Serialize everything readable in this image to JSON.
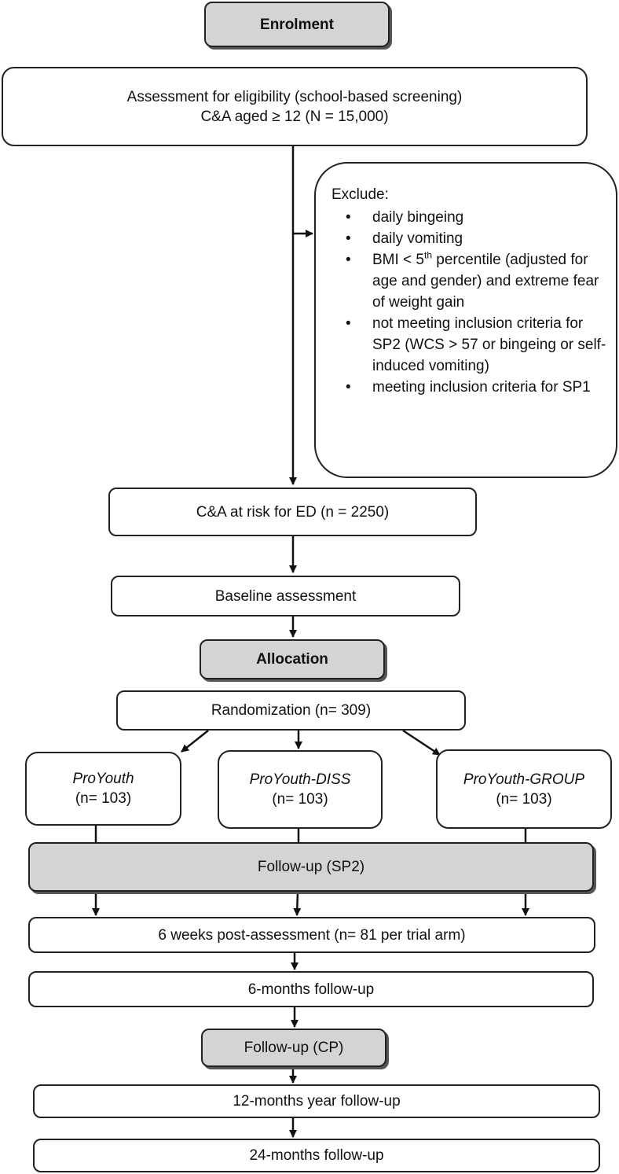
{
  "enrolment": {
    "label": "Enrolment"
  },
  "eligibility": {
    "line1": "Assessment for eligibility (school-based screening)",
    "line2": "C&A aged ≥ 12 (N = 15,000)"
  },
  "exclude": {
    "title": "Exclude:",
    "bullet": "•",
    "items": [
      "daily bingeing",
      "daily vomiting",
      "BMI < 5",
      "not meeting inclusion criteria for SP2 (WCS > 57 or bingeing or self-induced vomiting)",
      "meeting inclusion criteria for SP1"
    ],
    "bmi_sup": "th",
    "bmi_rest": " percentile (adjusted for age and gender) and extreme fear of weight gain"
  },
  "at_risk": {
    "label": "C&A at risk for ED (n = 2250)"
  },
  "baseline": {
    "label": "Baseline assessment"
  },
  "allocation": {
    "label": "Allocation"
  },
  "randomization": {
    "label": "Randomization (n= 309)"
  },
  "arms": [
    {
      "name": "ProYouth",
      "n": "(n= 103)"
    },
    {
      "name": "ProYouth-DISS",
      "n": "(n= 103)"
    },
    {
      "name": "ProYouth-GROUP",
      "n": "(n= 103)"
    }
  ],
  "followup_sp2": {
    "label": "Follow-up (SP2)"
  },
  "post_assessment": {
    "label": "6 weeks post-assessment (n= 81 per trial arm)"
  },
  "six_months": {
    "label": "6-months follow-up"
  },
  "followup_cp": {
    "label": "Follow-up (CP)"
  },
  "twelve_months": {
    "label": "12-months year follow-up"
  },
  "twentyfour_months": {
    "label": "24-months follow-up"
  }
}
